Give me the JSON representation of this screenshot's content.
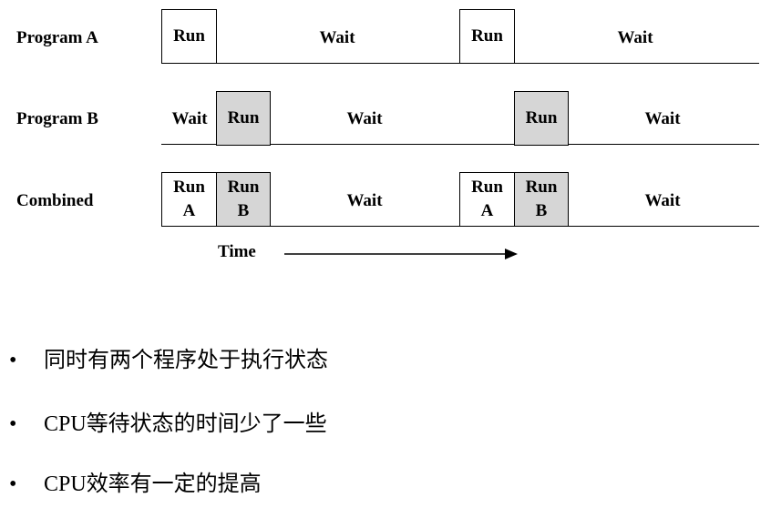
{
  "diagram": {
    "rows": [
      {
        "label": "Program A",
        "cells": [
          "Run",
          "Wait",
          "Run",
          "Wait"
        ]
      },
      {
        "label": "Program B",
        "cells": [
          "Wait",
          "Run",
          "Wait",
          "Run",
          "Wait"
        ]
      },
      {
        "label": "Combined",
        "cells": [
          [
            "Run",
            "A"
          ],
          [
            "Run",
            "B"
          ],
          "Wait",
          [
            "Run",
            "A"
          ],
          [
            "Run",
            "B"
          ],
          "Wait"
        ]
      }
    ],
    "time_label": "Time"
  },
  "bullets": [
    "同时有两个程序处于执行状态",
    "CPU等待状态的时间少了一些",
    "CPU效率有一定的提高"
  ],
  "colors": {
    "shaded": "#d6d6d6",
    "line": "#000000"
  }
}
